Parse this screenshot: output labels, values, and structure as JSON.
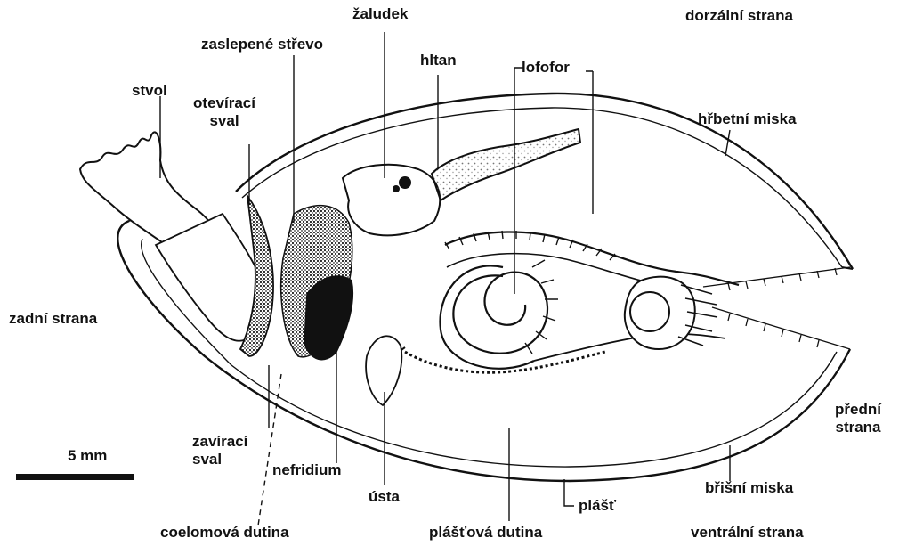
{
  "labels": {
    "zaludek": "žaludek",
    "zaslepene_strevo": "zaslepené střevo",
    "hltan": "hltan",
    "lofofor": "lofofor",
    "dorzalni_strana": "dorzální strana",
    "stvol": "stvol",
    "oteviraci_sval_1": "otevírací",
    "oteviraci_sval_2": "sval",
    "hrbetni_miska": "hřbetní miska",
    "zadni_strana": "zadní strana",
    "predni_strana_1": "přední",
    "predni_strana_2": "strana",
    "zaviraci_sval_1": "zavírací",
    "zaviraci_sval_2": "sval",
    "nefridium": "nefridium",
    "usta": "ústa",
    "plast": "plášť",
    "brisni_miska": "břišní miska",
    "coelomova_dutina": "coelomová dutina",
    "plastova_dutina": "plášťová dutina",
    "ventralni_strana": "ventrální strana"
  },
  "scale": {
    "label": "5 mm"
  },
  "colors": {
    "ink": "#111111",
    "paper": "#ffffff",
    "stipple": "#9a9a9a"
  }
}
